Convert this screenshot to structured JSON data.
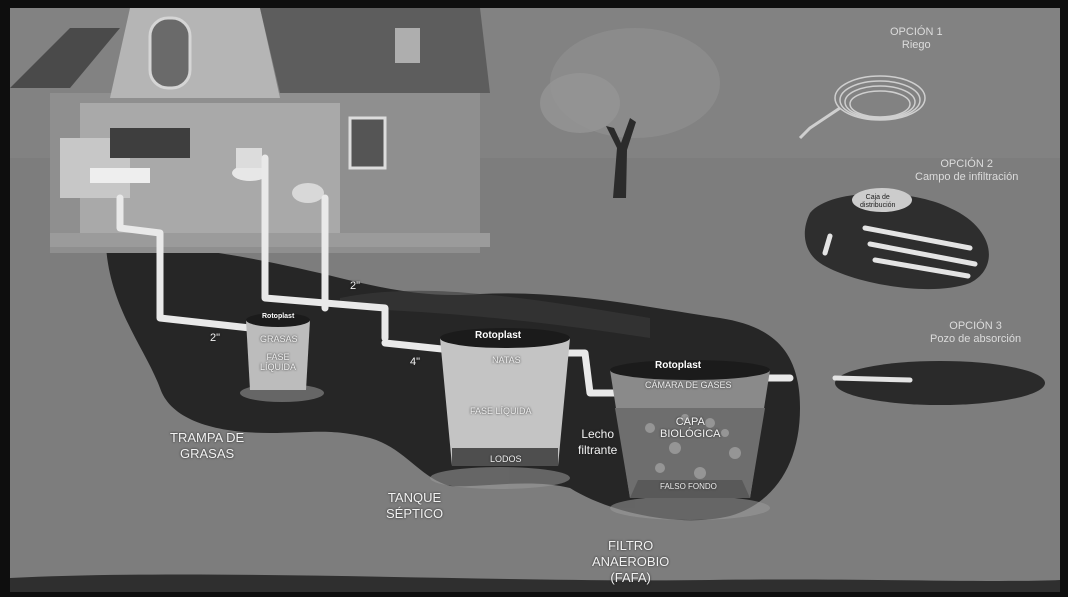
{
  "labels": {
    "trampa": [
      "TRAMPA DE",
      "GRASAS"
    ],
    "tanque": [
      "TANQUE",
      "SÉPTICO"
    ],
    "filtro": [
      "FILTRO",
      "ANAEROBIO",
      "(FAFA)"
    ],
    "lecho": [
      "Lecho",
      "filtrante"
    ],
    "grasas": "GRASAS",
    "fase_liquida_trap": [
      "FASE",
      "LÍQUIDA"
    ],
    "natas": "NATAS",
    "fase_liquida_tank": "FASE LÍQUIDA",
    "lodos": "LODOS",
    "camara": "CÁMARA DE GASES",
    "capa": [
      "CAPA",
      "BIOLÓGICA"
    ],
    "falso_fondo": "FALSO FONDO",
    "pipe_2_top": "2\"",
    "pipe_2_left": "2\"",
    "pipe_4": "4\"",
    "caja": [
      "Caja de",
      "distribución"
    ]
  },
  "brands": {
    "trap": "Rotoplast",
    "tank": "Rotoplast",
    "filter": "Rotoplast"
  },
  "options": {
    "opcion1": [
      "OPCIÓN 1",
      "Riego"
    ],
    "opcion2": [
      "OPCIÓN 2",
      "Campo de infiltración"
    ],
    "opcion3": [
      "OPCIÓN 3",
      "Pozo de absorción"
    ]
  },
  "colors": {
    "background": "#7b7b7b",
    "earth": "#2a2a2a",
    "tank": "#cfcfcf",
    "pipe": "#e9e9e9"
  }
}
